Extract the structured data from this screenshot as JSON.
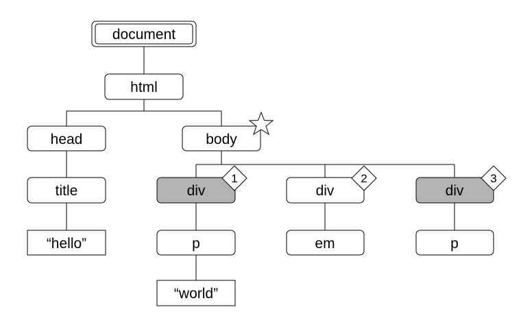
{
  "colors": {
    "background": "#ffffff",
    "node_fill": "#ffffff",
    "highlight_fill": "#b3b3b3",
    "stroke": "#000000"
  },
  "tree": {
    "document": {
      "label": "document"
    },
    "html": {
      "label": "html"
    },
    "head": {
      "label": "head"
    },
    "title": {
      "label": "title"
    },
    "hello": {
      "label": "“hello”"
    },
    "body": {
      "label": "body",
      "icon": "star-icon"
    },
    "div1": {
      "label": "div",
      "highlighted": true,
      "badge": "1"
    },
    "p1": {
      "label": "p"
    },
    "world": {
      "label": "“world”"
    },
    "div2": {
      "label": "div",
      "highlighted": false,
      "badge": "2"
    },
    "em": {
      "label": "em"
    },
    "div3": {
      "label": "div",
      "highlighted": true,
      "badge": "3"
    },
    "p2": {
      "label": "p"
    }
  }
}
